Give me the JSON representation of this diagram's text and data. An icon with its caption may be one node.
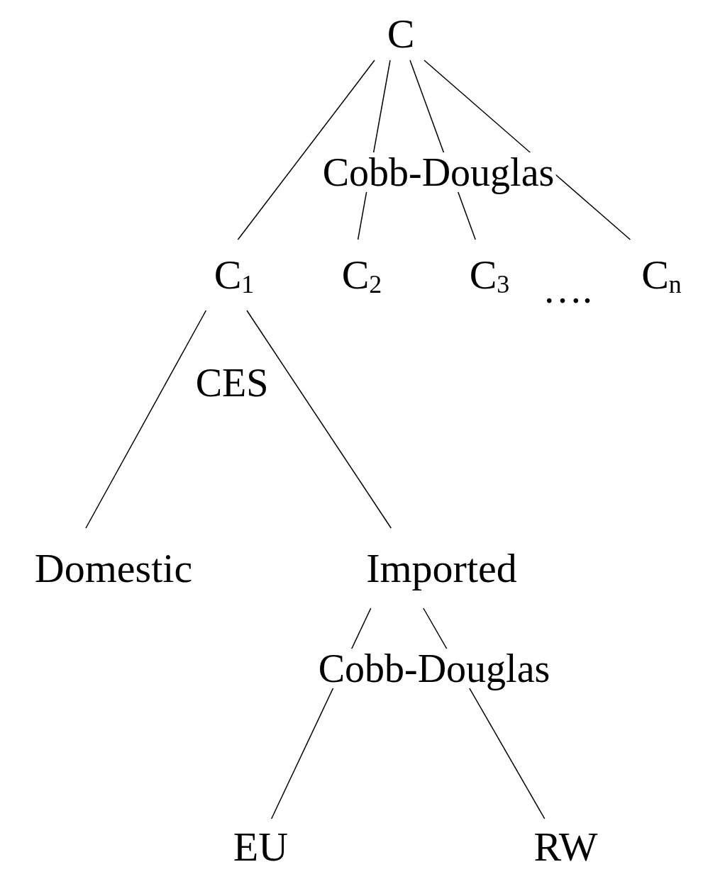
{
  "diagram": {
    "nodes": [
      {
        "text": [
          "C"
        ]
      },
      {
        "text": [
          "C$_{1}$"
        ]
      },
      {
        "text": [
          "C$_{2}$"
        ]
      },
      {
        "text": [
          "C$_{3}$"
        ]
      },
      {
        "text": [
          "C$_{n}$"
        ]
      },
      {
        "text": [
          "Domestic"
        ]
      },
      {
        "text": [
          "Imported"
        ]
      },
      {
        "text": [
          "EU"
        ]
      },
      {
        "text": [
          "RW"
        ]
      }
    ],
    "edges": [
      {
        "from": 0,
        "to": 1,
        "arrow": "none"
      },
      {
        "from": 0,
        "to": 2,
        "arrow": "none"
      },
      {
        "from": 0,
        "to": 3,
        "arrow": "none"
      },
      {
        "from": 0,
        "to": 4,
        "arrow": "none"
      },
      {
        "from": 1,
        "to": 5,
        "arrow": "none"
      },
      {
        "from": 1,
        "to": 6,
        "arrow": "none"
      },
      {
        "from": 6,
        "to": 7,
        "arrow": "none"
      },
      {
        "from": 6,
        "to": 8,
        "arrow": "none"
      }
    ],
    "labels": [
      "Cobb-Douglas",
      "….",
      "CES",
      "Cobb-Douglas"
    ]
  }
}
